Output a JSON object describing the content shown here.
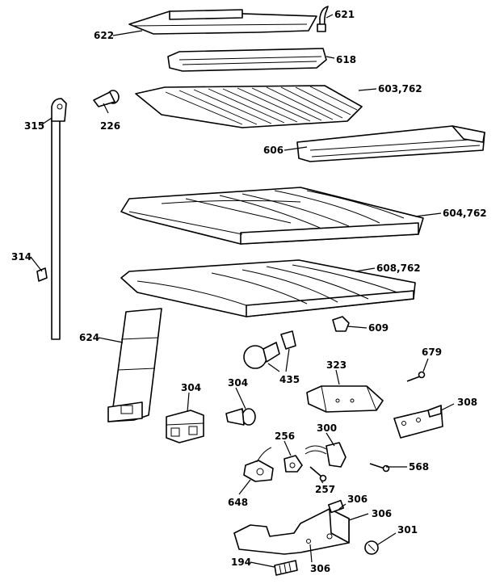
{
  "labels": {
    "p621": "621",
    "p622": "622",
    "p618": "618",
    "p603": "603,762",
    "p226": "226",
    "p315": "315",
    "p606": "606",
    "p604": "604,762",
    "p314": "314",
    "p608": "608,762",
    "p609": "609",
    "p624": "624",
    "p435": "435",
    "p323": "323",
    "p679": "679",
    "p304a": "304",
    "p304b": "304",
    "p308": "308",
    "p256": "256",
    "p300": "300",
    "p568": "568",
    "p648": "648",
    "p257": "257",
    "p306a": "306",
    "p306b": "306",
    "p301": "301",
    "p194": "194",
    "p306c": "306"
  }
}
